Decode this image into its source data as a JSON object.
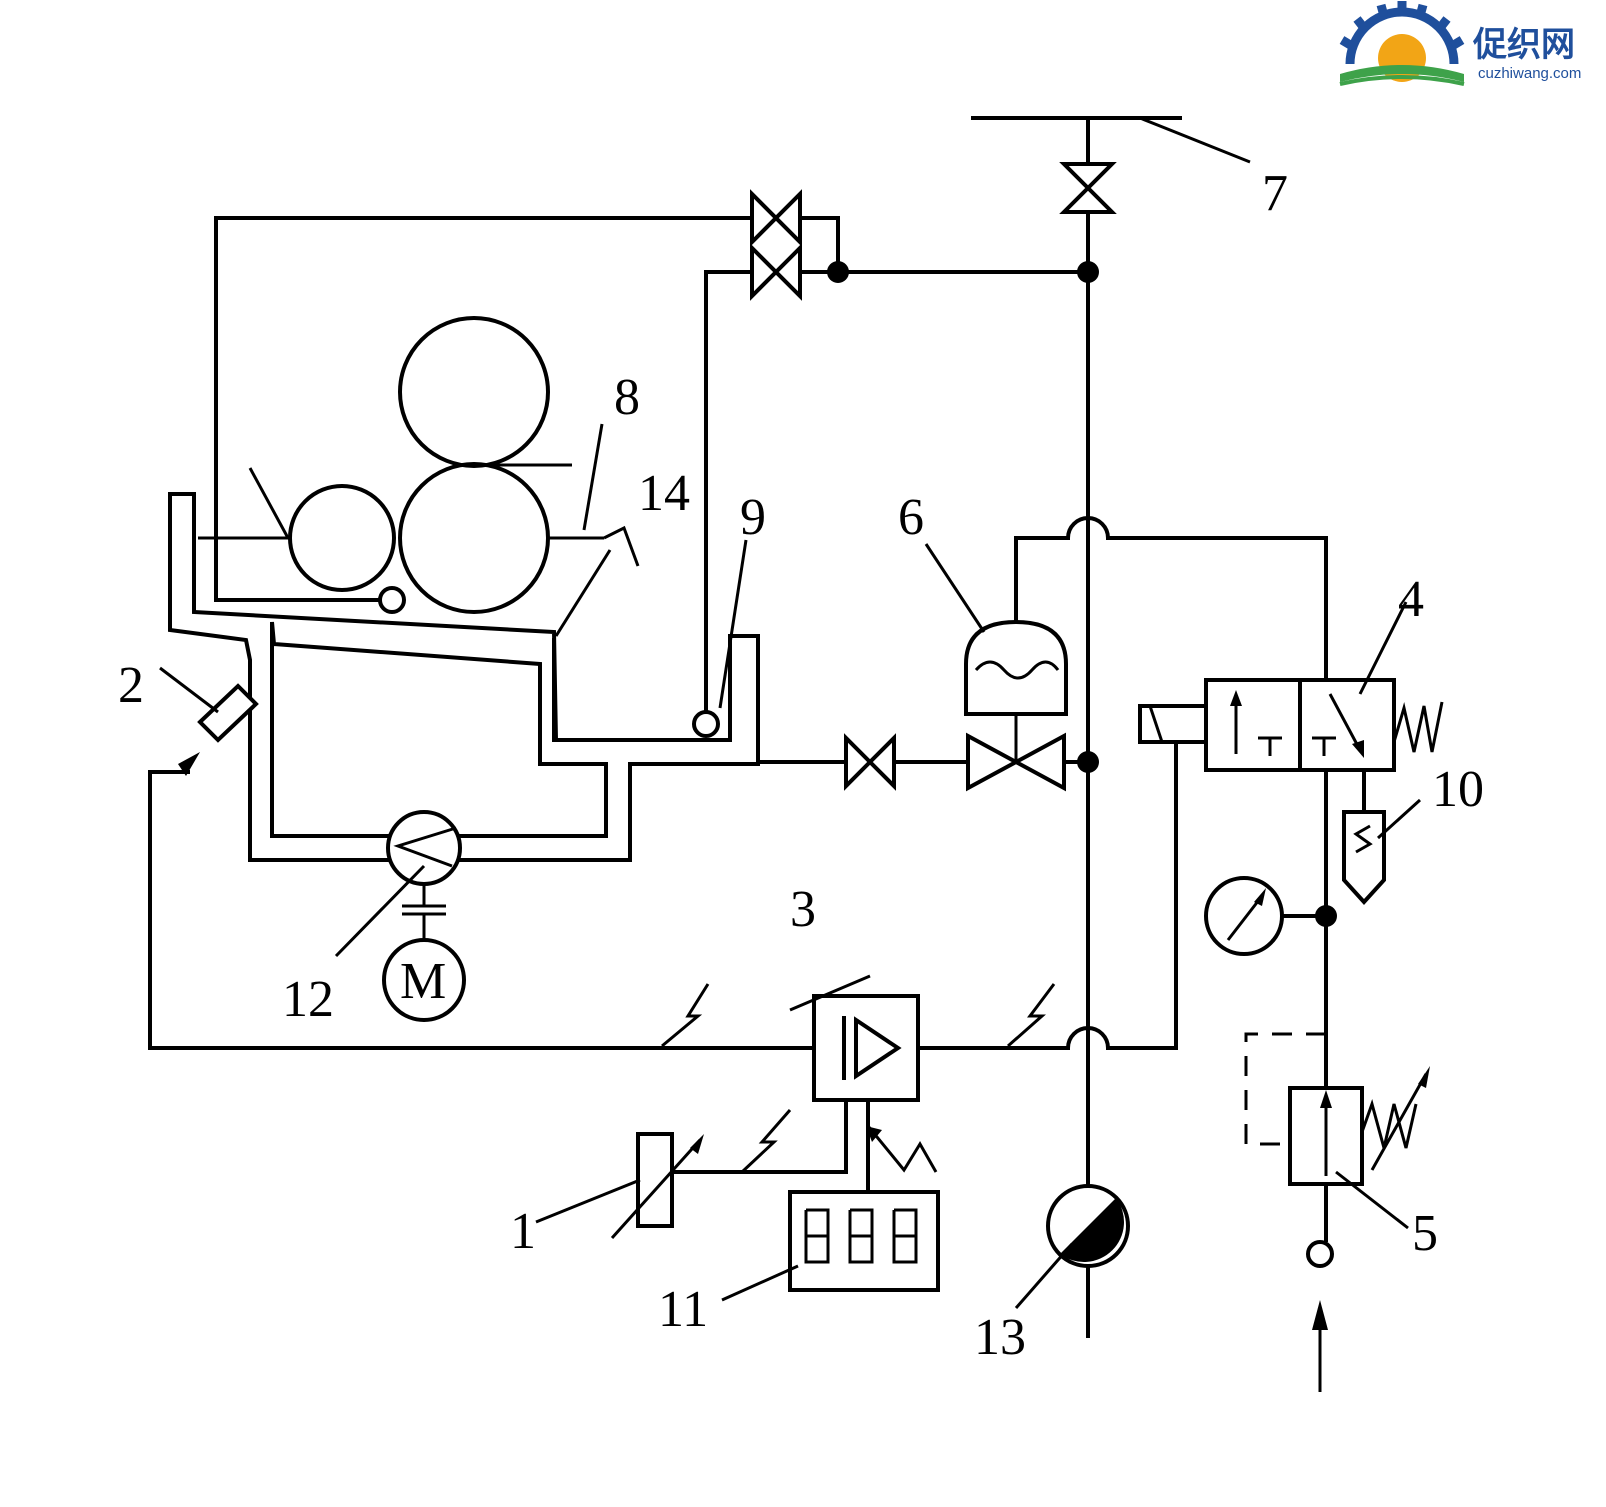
{
  "logo": {
    "name_cn": "促织网",
    "name_en": "cuzhiwang.com",
    "colors": {
      "gear": "#1f4f9c",
      "sun": "#f2a516",
      "field": "#3ea24a"
    }
  },
  "labels": {
    "l1": "1",
    "l2": "2",
    "l3": "3",
    "l4": "4",
    "l5": "5",
    "l6": "6",
    "l7": "7",
    "l8": "8",
    "l9": "9",
    "l10": "10",
    "l11": "11",
    "l12": "12",
    "l13": "13",
    "l14": "14",
    "motor": "M"
  }
}
